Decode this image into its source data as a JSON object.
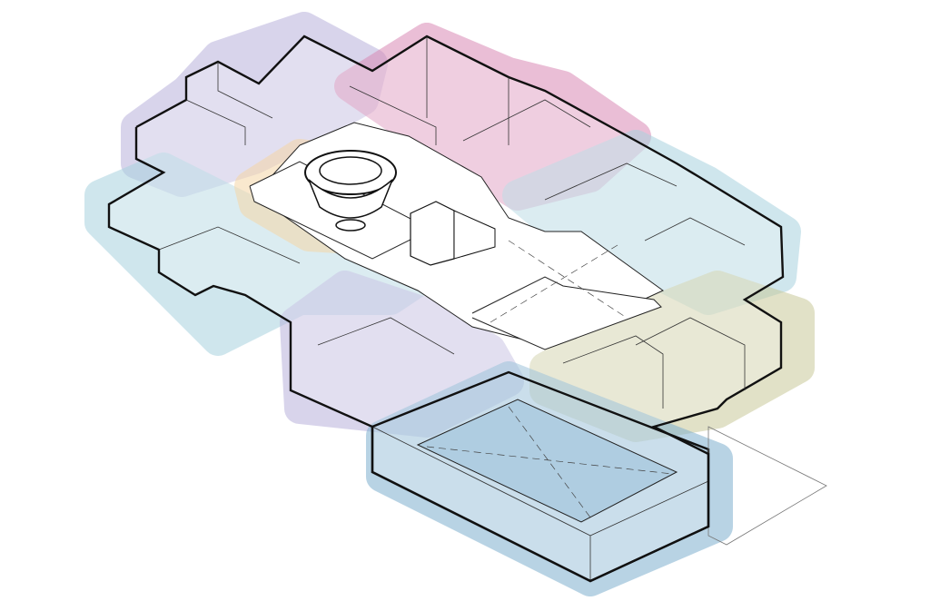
{
  "diagram": {
    "type": "axonometric-floor-plan",
    "zones": [
      {
        "id": "zone-purple-north",
        "color": "#b9b2dc"
      },
      {
        "id": "zone-pink",
        "color": "#d98ab5"
      },
      {
        "id": "zone-lightblue-west",
        "color": "#a9d3df"
      },
      {
        "id": "zone-orange",
        "color": "#f2c98a"
      },
      {
        "id": "zone-lightblue-east",
        "color": "#a9d3df"
      },
      {
        "id": "zone-olive",
        "color": "#c9c99a"
      },
      {
        "id": "zone-purple-south",
        "color": "#b9b2dc"
      },
      {
        "id": "zone-blue-pool",
        "color": "#7fb0cf"
      }
    ],
    "colors": {
      "outline": "#111111",
      "courtyard": "#ffffff"
    }
  }
}
